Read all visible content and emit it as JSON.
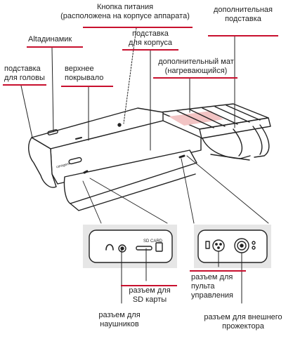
{
  "labels": {
    "power_button": [
      "Кнопка питания",
      "(расположена на корпусе аппарата)"
    ],
    "head_rest": [
      "подставка",
      "для головы"
    ],
    "alta_speaker": [
      "Altaдинамик"
    ],
    "top_cover": [
      "верхнее",
      "покрывало"
    ],
    "body_stand": [
      "подставка",
      "для корпуса"
    ],
    "extra_stand": [
      "дополнительная",
      "подставка"
    ],
    "extra_mat": [
      "дополнительный мат",
      "(нагревающийся)"
    ],
    "sd_slot": [
      "разъем для",
      "SD карты"
    ],
    "headphones": [
      "разъем для",
      "наушников"
    ],
    "remote": [
      "разъем для",
      "пульта",
      "управления"
    ],
    "projector": [
      "разъем для внешнего",
      "прожектора"
    ]
  },
  "device": {
    "brand_mark": "ceragem",
    "panel_left_text": "SD CARD"
  },
  "colors": {
    "accent": "#c8102e",
    "line": "#222222",
    "heat_zone": "#f2c4c4",
    "panel_bg": "#e6e6e6"
  }
}
